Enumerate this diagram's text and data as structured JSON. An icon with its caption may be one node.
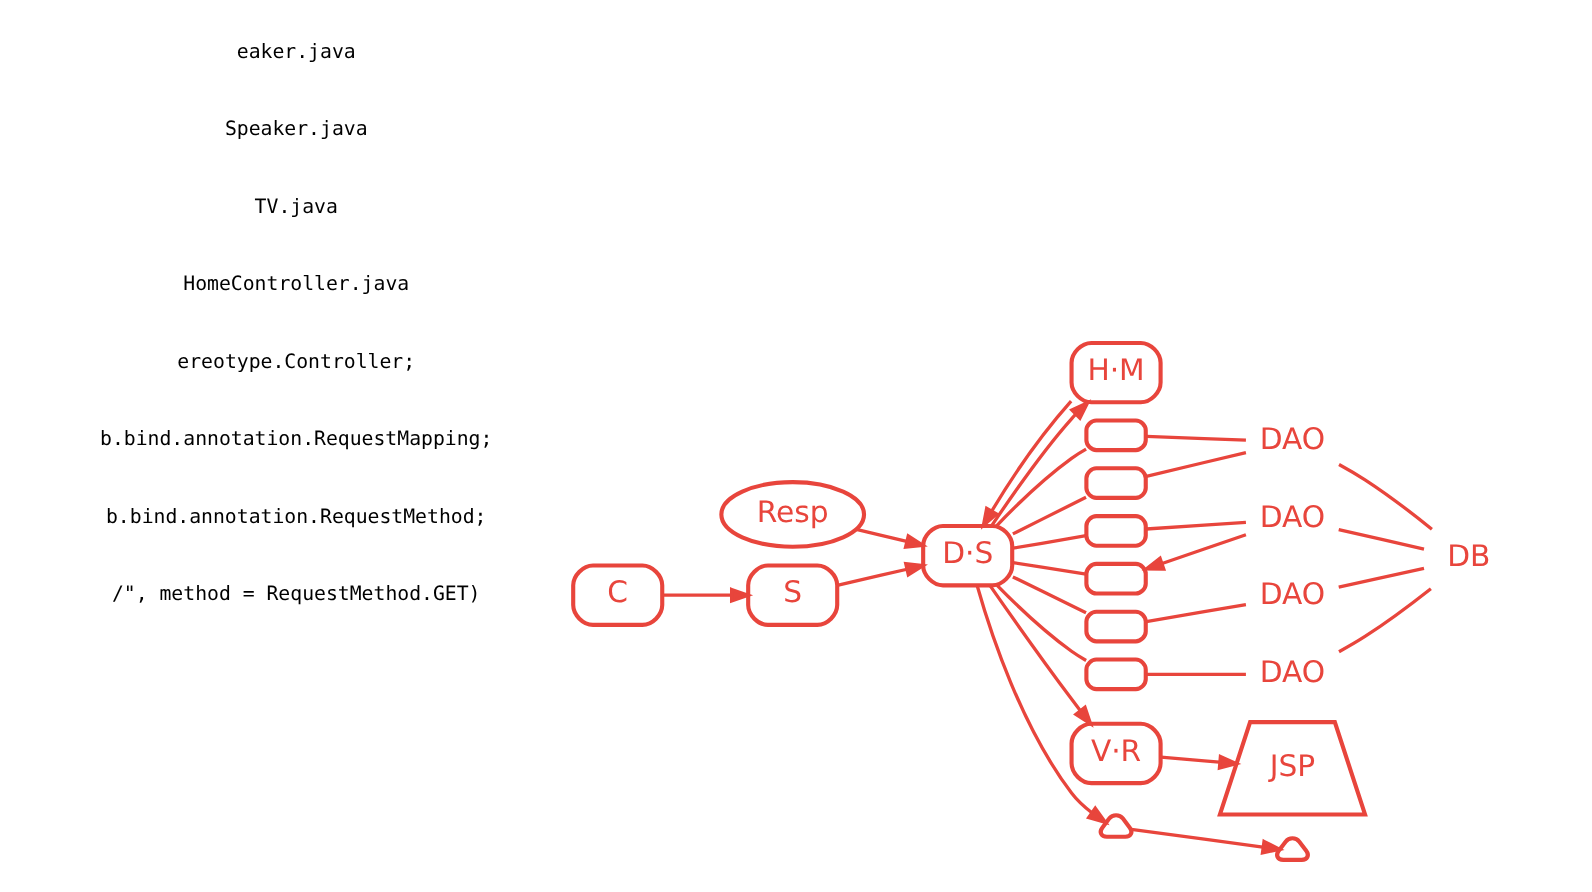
{
  "diagram": {
    "nodes": [
      {
        "text": [
          "C"
        ]
      },
      {
        "text": [
          "S"
        ]
      },
      {
        "text": [
          "D·S"
        ]
      },
      {
        "text": [
          "H·M"
        ]
      },
      {
        "text": [],
        "shape": "box"
      },
      {
        "text": [],
        "shape": "box"
      },
      {
        "text": [],
        "shape": "box"
      },
      {
        "text": [],
        "shape": "box"
      },
      {
        "text": [],
        "shape": "box"
      },
      {
        "text": [],
        "shape": "box"
      },
      {
        "text": [
          "DAO"
        ]
      },
      {
        "text": [
          "DAO"
        ]
      },
      {
        "text": [
          "DAO"
        ]
      },
      {
        "text": [
          "DAO"
        ]
      },
      {
        "text": [
          "DB"
        ]
      },
      {
        "text": [
          "V·R"
        ]
      },
      {
        "text": [
          "JSP"
        ]
      },
      {
        "text": [
          "Resp"
        ]
      },
      {
        "text": [],
        "shape": "triangle"
      },
      {
        "text": [],
        "shape": "triangle"
      }
    ],
    "edges": [
      {
        "from": 0,
        "to": 1,
        "arrow": "to"
      },
      {
        "from": 1,
        "to": 2,
        "arrow": "to"
      },
      {
        "from": 2,
        "to": 3,
        "arrow": "to"
      },
      {
        "from": 3,
        "to": 2,
        "arrow": "to"
      },
      {
        "from": 2,
        "to": 4,
        "arrow": "none"
      },
      {
        "from": 2,
        "to": 5,
        "arrow": "none"
      },
      {
        "from": 2,
        "to": 6,
        "arrow": "none"
      },
      {
        "from": 2,
        "to": 7,
        "arrow": "none"
      },
      {
        "from": 2,
        "to": 8,
        "arrow": "none"
      },
      {
        "from": 2,
        "to": 9,
        "arrow": "none"
      },
      {
        "from": 4,
        "to": 10,
        "arrow": "none"
      },
      {
        "from": 5,
        "to": 10,
        "arrow": "none"
      },
      {
        "from": 6,
        "to": 11,
        "arrow": "none"
      },
      {
        "from": 11,
        "to": 7,
        "arrow": "to"
      },
      {
        "from": 8,
        "to": 12,
        "arrow": "none"
      },
      {
        "from": 9,
        "to": 13,
        "arrow": "none"
      },
      {
        "from": 10,
        "to": 14,
        "arrow": "none"
      },
      {
        "from": 11,
        "to": 14,
        "arrow": "none"
      },
      {
        "from": 12,
        "to": 14,
        "arrow": "none"
      },
      {
        "from": 13,
        "to": 14,
        "arrow": "none"
      },
      {
        "from": 2,
        "to": 15,
        "arrow": "to"
      },
      {
        "from": 15,
        "to": 16,
        "arrow": "to"
      },
      {
        "from": 17,
        "to": 2,
        "arrow": "to"
      },
      {
        "from": 2,
        "to": 19,
        "arrow": "to"
      },
      {
        "from": 19,
        "to": 18,
        "arrow": "to"
      }
    ],
    "labels": [
      "eaker.java",
      "Speaker.java",
      "TV.java",
      "HomeController.java",
      "ereotype.Controller;",
      "b.bind.annotation.RequestMapping;",
      "b.bind.annotation.RequestMethod;",
      "/\", method = RequestMethod.GET)"
    ]
  }
}
